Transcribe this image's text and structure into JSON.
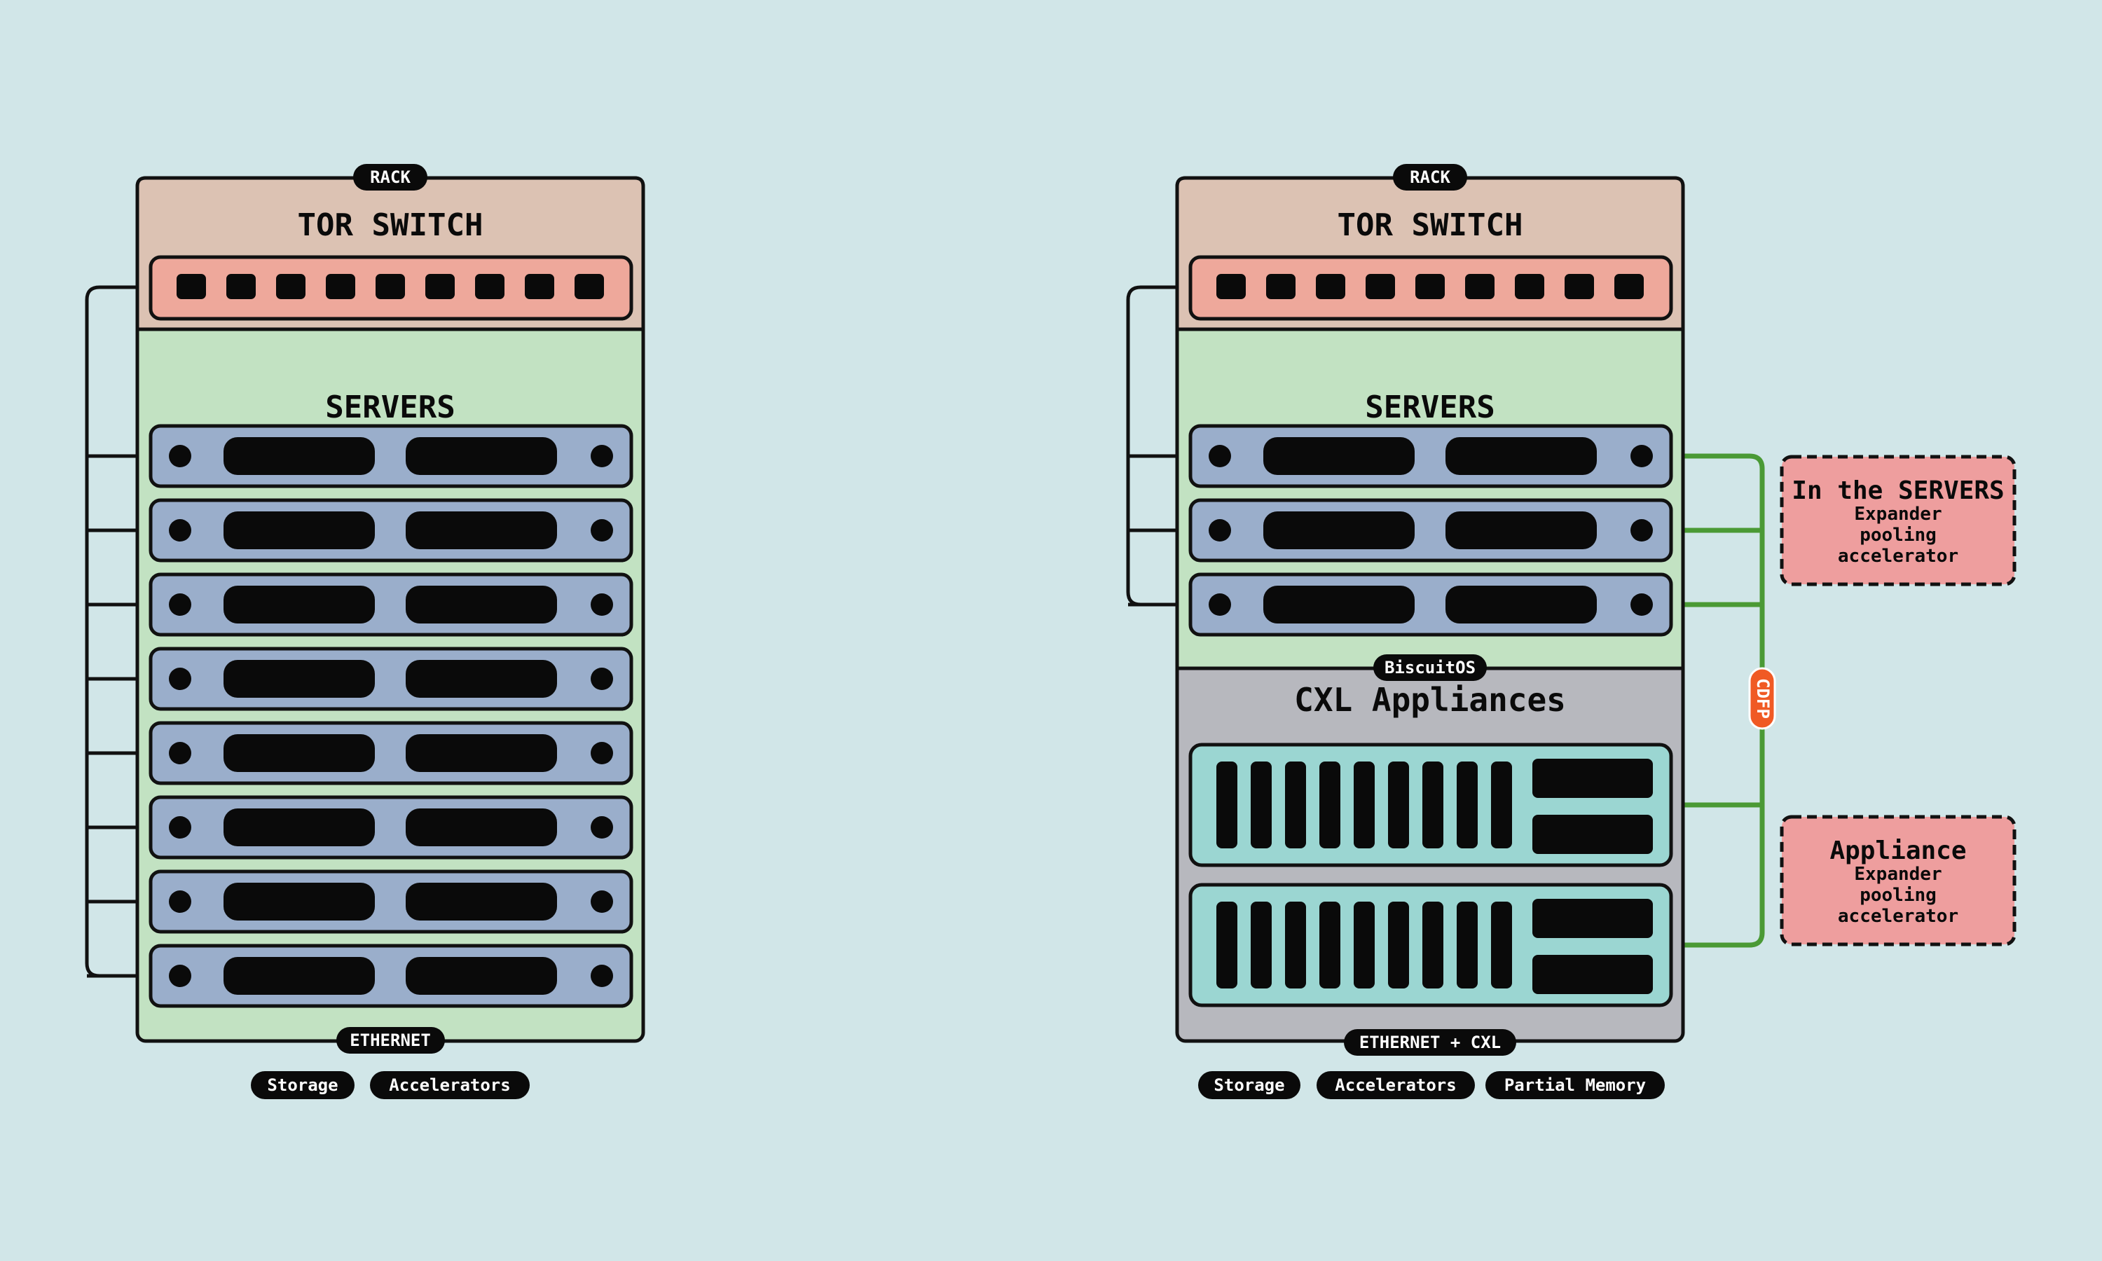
{
  "colors": {
    "background": "#d1e6e8",
    "tor_section": "#dcc2b3",
    "switch_panel": "#eea89b",
    "servers_section": "#c2e2c2",
    "server_unit": "#9aaecb",
    "cxl_section": "#b7b8be",
    "cxl_unit": "#9bd6d2",
    "callout": "#ee9e9e",
    "cdfp": "#f05a24",
    "fabric": "#4a9a35",
    "outline": "#111111"
  },
  "left_rack": {
    "rack_label": "RACK",
    "tor_title": "TOR SWITCH",
    "servers_title": "SERVERS",
    "bottom_label": "ETHERNET",
    "server_count": 8,
    "switch_port_count": 9,
    "tags": [
      "Storage",
      "Accelerators"
    ]
  },
  "right_rack": {
    "rack_label": "RACK",
    "tor_title": "TOR SWITCH",
    "servers_title": "SERVERS",
    "appliance_badge": "BiscuitOS",
    "appliance_title": "CXL Appliances",
    "bottom_label": "ETHERNET + CXL",
    "server_count": 3,
    "appliance_count": 2,
    "switch_port_count": 9,
    "tags": [
      "Storage",
      "Accelerators",
      "Partial Memory"
    ]
  },
  "cdfp_label": "CDFP",
  "callouts": [
    {
      "title": "In the SERVERS",
      "lines": [
        "Expander",
        "pooling",
        "accelerator"
      ]
    },
    {
      "title": "Appliance",
      "lines": [
        "Expander",
        "pooling",
        "accelerator"
      ]
    }
  ]
}
